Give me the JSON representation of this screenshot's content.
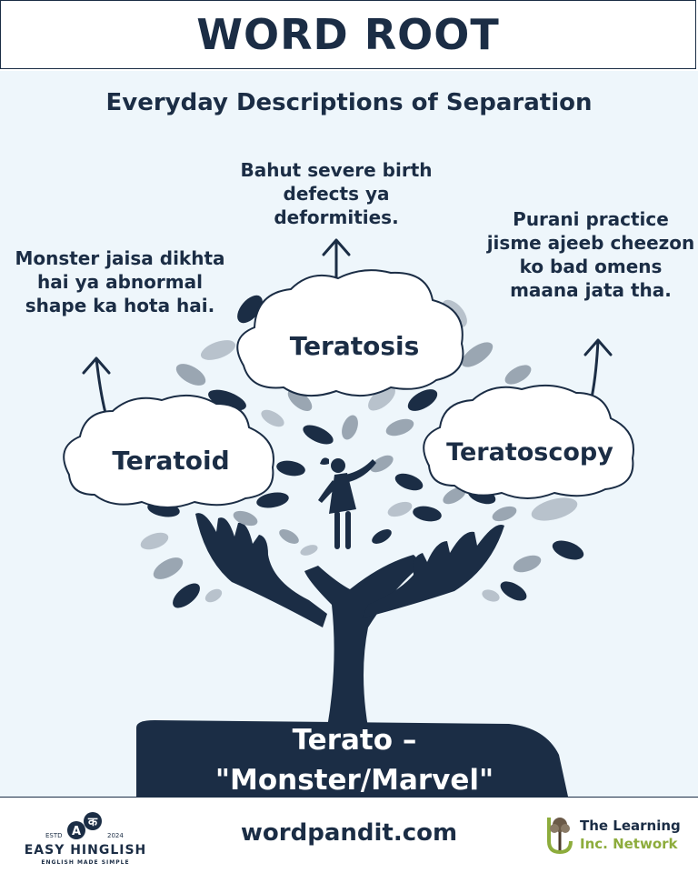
{
  "header": {
    "title": "WORD ROOT"
  },
  "subtitle": "Everyday Descriptions of Separation",
  "descriptions": {
    "teratosis": "Bahut severe birth defects ya deformities.",
    "teratoid": "Monster jaisa dikhta hai ya abnormal shape ka hota hai.",
    "teratoscopy": "Purani practice jisme ajeeb cheezon ko bad omens maana jata tha."
  },
  "clouds": {
    "center": "Teratosis",
    "left": "Teratoid",
    "right": "Teratoscopy"
  },
  "root": {
    "line1": "Terato –",
    "line2": "\"Monster/Marvel\""
  },
  "footer": {
    "site": "wordpandit.com",
    "easy_hinglish": {
      "name": "EASY HINGLISH",
      "tagline": "ENGLISH MADE SIMPLE",
      "estd": "ESTD",
      "year": "2024",
      "glyph_a": "A",
      "glyph_k": "क"
    },
    "learning": {
      "line1": "The Learning",
      "line2": "Inc. Network"
    }
  },
  "colors": {
    "navy": "#1b2d45",
    "background": "#eef6fb",
    "leaf_gray": "#9aa6b2",
    "green": "#8dac3c"
  }
}
